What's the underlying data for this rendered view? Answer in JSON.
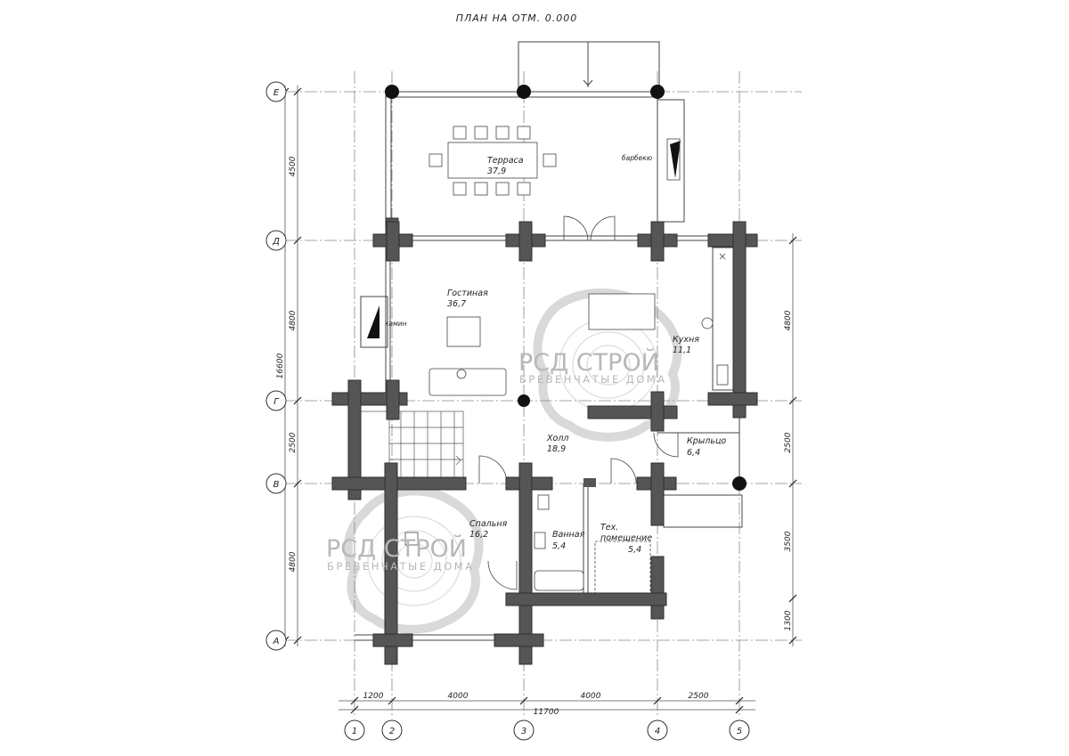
{
  "title": "ПЛАН НА ОТМ. 0.000",
  "axes": {
    "columns": [
      "1",
      "2",
      "3",
      "4",
      "5"
    ],
    "rows": [
      "Е",
      "Д",
      "Г",
      "В",
      "А"
    ]
  },
  "dimensions": {
    "bottom": [
      "1200",
      "4000",
      "4000",
      "2500"
    ],
    "bottom_total": "11700",
    "left": [
      "4500",
      "4800",
      "2500",
      "4800"
    ],
    "left_total": "16600",
    "right": [
      "4800",
      "2500",
      "3500",
      "1300"
    ]
  },
  "rooms": [
    {
      "name": "Терраса",
      "area": "37,9"
    },
    {
      "name": "Гостиная",
      "area": "36,7"
    },
    {
      "name": "Кухня",
      "area": "11,1"
    },
    {
      "name": "Холл",
      "area": "18,9"
    },
    {
      "name": "Крыльцо",
      "area": "6,4"
    },
    {
      "name": "Спальня",
      "area": "16,2"
    },
    {
      "name": "Ванная",
      "area": "5,4"
    },
    {
      "name": "Тех.",
      "name2": "помещение",
      "area": "5,4"
    }
  ],
  "labels": {
    "fireplace": "камин",
    "bbq": "барбекю"
  },
  "watermark": {
    "brand": "РСД СТРОЙ",
    "tagline": "БРЕВЕНЧАТЫЕ ДОМА"
  }
}
